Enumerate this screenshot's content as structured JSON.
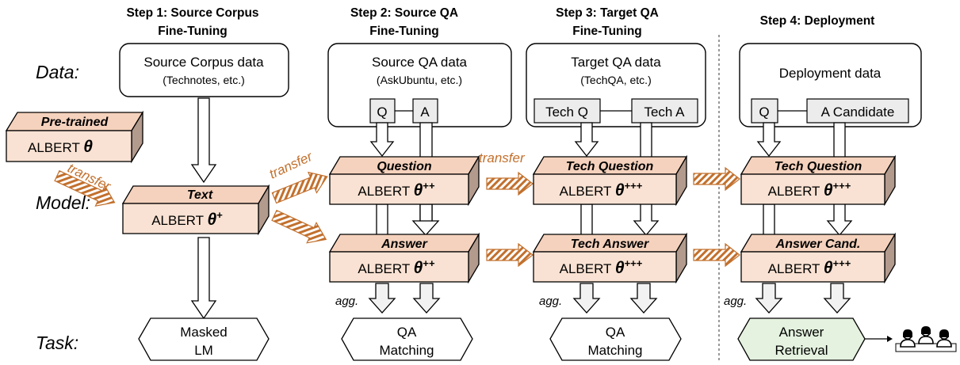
{
  "steps": [
    {
      "line1": "Step 1: Source Corpus",
      "line2": "Fine-Tuning"
    },
    {
      "line1": "Step 2: Source QA",
      "line2": "Fine-Tuning"
    },
    {
      "line1": "Step 3: Target QA",
      "line2": "Fine-Tuning"
    },
    {
      "line1": "Step 4: Deployment",
      "line2": ""
    }
  ],
  "row_labels": {
    "data": "Data:",
    "model": "Model:",
    "task": "Task:"
  },
  "data_boxes": [
    {
      "title": "Source Corpus data",
      "sub": "(Technotes, etc.)"
    },
    {
      "title": "Source QA data",
      "sub": "(AskUbuntu, etc.)",
      "q": "Q",
      "a": "A"
    },
    {
      "title": "Target QA data",
      "sub": "(TechQA, etc.)",
      "q": "Tech Q",
      "a": "Tech A"
    },
    {
      "title": "Deployment data",
      "sub": "",
      "q": "Q",
      "a": "A Candidate"
    }
  ],
  "pretrained": {
    "label": "Pre-trained",
    "model": "ALBERT",
    "theta": "θ",
    "sup": ""
  },
  "models": {
    "text": {
      "label": "Text",
      "model": "ALBERT",
      "theta": "θ",
      "sup": "+"
    },
    "question": {
      "label": "Question",
      "model": "ALBERT",
      "theta": "θ",
      "sup": "++"
    },
    "answer": {
      "label": "Answer",
      "model": "ALBERT",
      "theta": "θ",
      "sup": "++"
    },
    "tech_question_3": {
      "label": "Tech Question",
      "model": "ALBERT",
      "theta": "θ",
      "sup": "+++"
    },
    "tech_answer": {
      "label": "Tech Answer",
      "model": "ALBERT",
      "theta": "θ",
      "sup": "+++"
    },
    "tech_question_4": {
      "label": "Tech Question",
      "model": "ALBERT",
      "theta": "θ",
      "sup": "+++"
    },
    "answer_cand": {
      "label": "Answer Cand.",
      "model": "ALBERT",
      "theta": "θ",
      "sup": "+++"
    }
  },
  "transfer_label": "transfer",
  "agg_label": "agg.",
  "tasks": [
    {
      "line1": "Masked",
      "line2": "LM"
    },
    {
      "line1": "QA",
      "line2": "Matching"
    },
    {
      "line1": "QA",
      "line2": "Matching"
    },
    {
      "line1": "Answer",
      "line2": "Retrieval"
    }
  ],
  "icons": [
    "users-icon"
  ],
  "colors": {
    "model_front": "#f9e2d3",
    "model_side": "#b29a8d",
    "transfer_arrow": "#c2702d",
    "retrieval_fill": "#e4f2df"
  }
}
